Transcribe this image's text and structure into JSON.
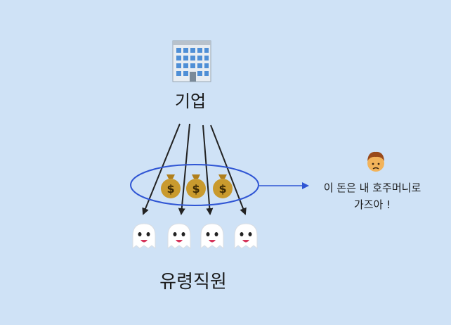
{
  "diagram": {
    "company": {
      "label": "기업",
      "icon": "office-building-icon"
    },
    "employees": {
      "label": "유령직원",
      "icon": "ghost-icon",
      "count": 4
    },
    "money": {
      "icon": "money-bag-icon",
      "count": 3,
      "symbol": "$"
    },
    "person": {
      "icon": "person-pouting-icon"
    },
    "speech": {
      "line1": "이 돈은 내 호주머니로",
      "line2": "가즈아 !"
    },
    "colors": {
      "background": "#cfe2f6",
      "arrow": "#222222",
      "ellipse": "#2f55d4",
      "money_bag": "#c99a2e",
      "ghost": "#ffffff"
    }
  }
}
